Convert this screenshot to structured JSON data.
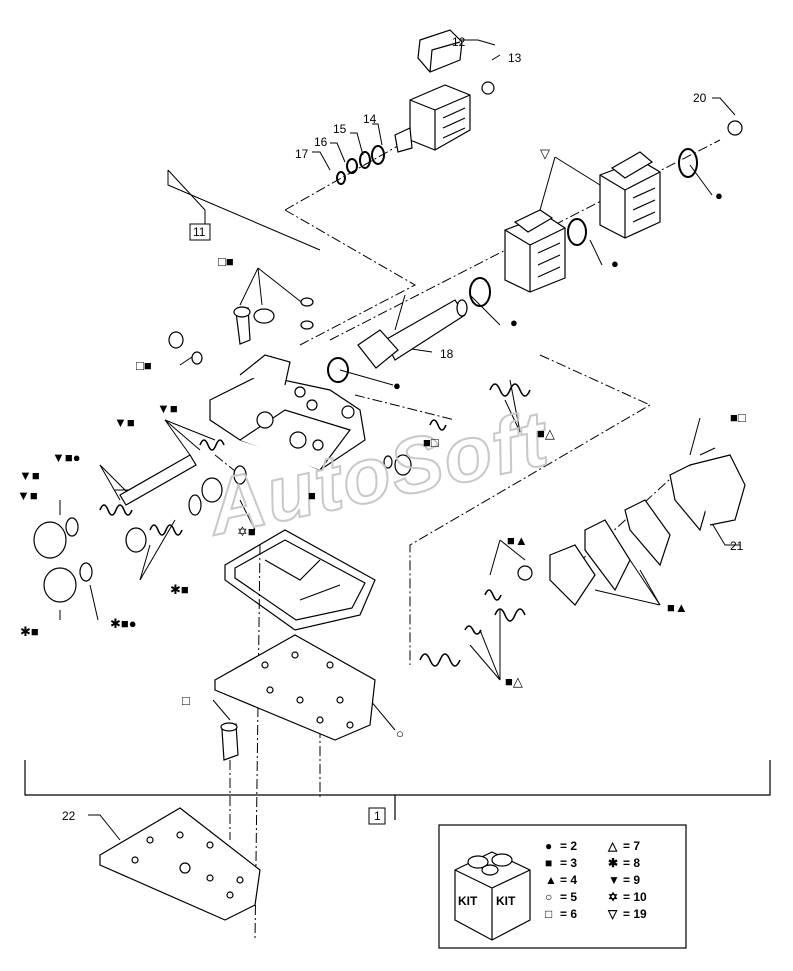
{
  "part_callouts": {
    "c1": "1",
    "c11": "11",
    "c12": "12",
    "c13": "13",
    "c14": "14",
    "c15": "15",
    "c16": "16",
    "c17": "17",
    "c18": "18",
    "c20": "20",
    "c21": "21",
    "c22": "22"
  },
  "symbol_tags": {
    "t_top": "□■",
    "t_left_plug": "□■",
    "t_spool_a": "▼■",
    "t_spool_b": "▼■",
    "t_spool_c": "▼■●",
    "t_spool_d": "▼■",
    "t_ring_star": "✱■●",
    "t_plug_star": "✱■",
    "t_spring_star": "✱■",
    "t_star10": "✡■",
    "t_solenoid_tri": "▽",
    "t_ring1": "●",
    "t_ring2": "●",
    "t_ring3": "●",
    "t_ring4": "●",
    "t_valve": "■□",
    "t_springs_r": "■△",
    "t_screw21": "■□",
    "t_center": "■",
    "t_ball": "■▲",
    "t_gaskets": "■▲",
    "t_springs_low": "■△",
    "t_plate": "○",
    "t_bolt": "□"
  },
  "watermark": "AutoSoft",
  "kit": {
    "box_label_left": "KIT",
    "box_label_right": "KIT",
    "legend": [
      {
        "symbol": "●",
        "value": "= 2"
      },
      {
        "symbol": "■",
        "value": "= 3"
      },
      {
        "symbol": "▲",
        "value": "= 4"
      },
      {
        "symbol": "○",
        "value": "= 5"
      },
      {
        "symbol": "□",
        "value": "= 6"
      },
      {
        "symbol": "△",
        "value": "= 7"
      },
      {
        "symbol": "✱",
        "value": "= 8"
      },
      {
        "symbol": "▼",
        "value": "= 9"
      },
      {
        "symbol": "✡",
        "value": "= 10"
      },
      {
        "symbol": "▽",
        "value": "= 19"
      }
    ]
  }
}
